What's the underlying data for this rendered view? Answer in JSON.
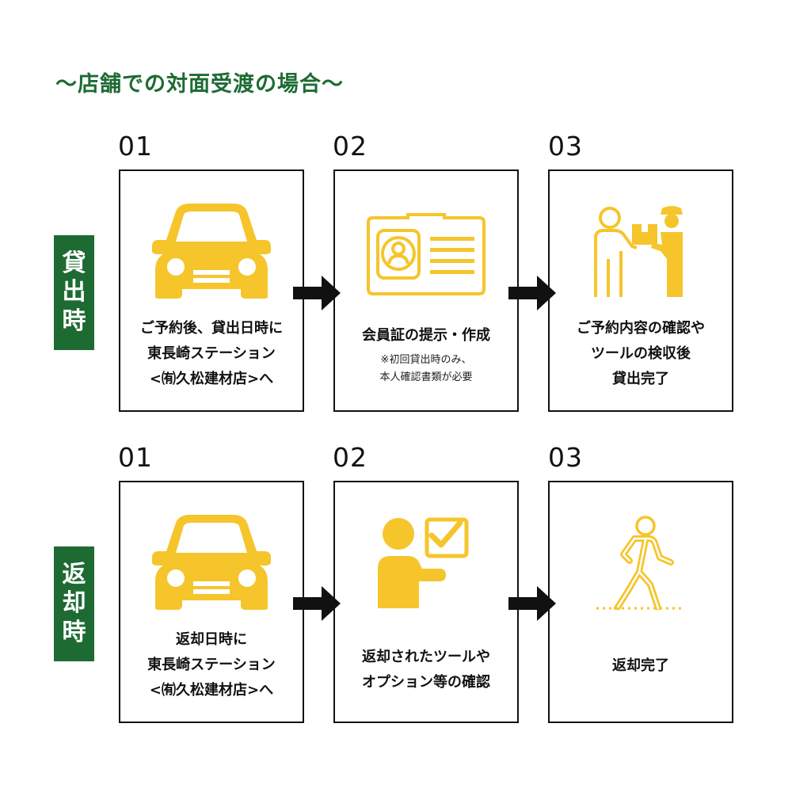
{
  "title": "〜店舗での対面受渡の場合〜",
  "colors": {
    "green": "#1d6b33",
    "yellow": "#f5c52b",
    "black": "#111111"
  },
  "sections": [
    {
      "label": [
        "貸",
        "出",
        "時"
      ],
      "steps": [
        {
          "num": "01",
          "icon": "car-icon",
          "lines": [
            "ご予約後、貸出日時に",
            "東長崎ステーション",
            "<㈲久松建材店>へ"
          ]
        },
        {
          "num": "02",
          "icon": "id-card-icon",
          "lines": [
            "会員証の提示・作成"
          ],
          "note": [
            "※初回貸出時のみ、",
            "本人確認書類が必要"
          ]
        },
        {
          "num": "03",
          "icon": "delivery-icon",
          "lines": [
            "ご予約内容の確認や",
            "ツールの検収後",
            "貸出完了"
          ]
        }
      ]
    },
    {
      "label": [
        "返",
        "却",
        "時"
      ],
      "steps": [
        {
          "num": "01",
          "icon": "car-icon",
          "lines": [
            "返却日時に",
            "東長崎ステーション",
            "<㈲久松建材店>へ"
          ]
        },
        {
          "num": "02",
          "icon": "checklist-icon",
          "lines": [
            "返却されたツールや",
            "オプション等の確認"
          ]
        },
        {
          "num": "03",
          "icon": "walking-person-icon",
          "lines": [
            "返却完了"
          ]
        }
      ]
    }
  ]
}
